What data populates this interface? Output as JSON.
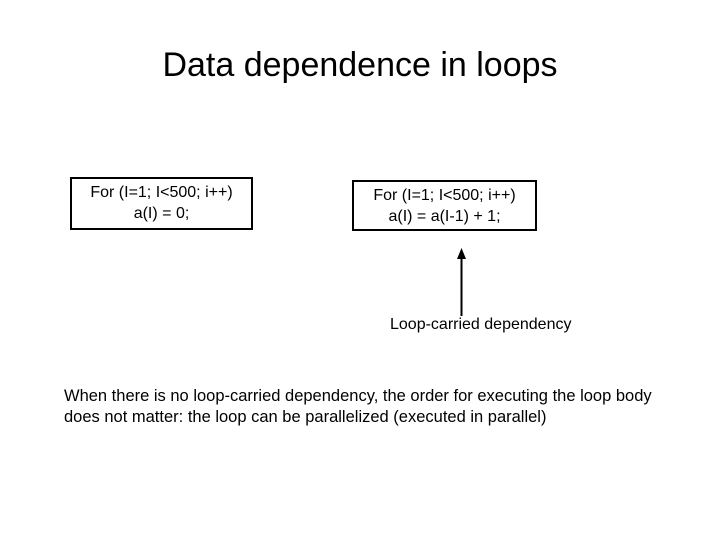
{
  "slide": {
    "title": "Data dependence in loops",
    "background_color": "#ffffff",
    "text_color": "#000000"
  },
  "code_boxes": [
    {
      "name": "no-dependency-loop",
      "lines": [
        "For (I=1; I<500; i++)",
        "a(I) = 0;"
      ]
    },
    {
      "name": "loop-carried-dependency-loop",
      "lines": [
        "For (I=1; I<500; i++)",
        "a(I) = a(I-1) + 1;"
      ]
    }
  ],
  "annotation": {
    "arrow_icon": "up-arrow-icon",
    "label": "Loop-carried dependency"
  },
  "body": {
    "paragraph": "When there is no loop-carried dependency, the order for executing the loop body does not matter: the loop can be parallelized (executed in parallel)"
  }
}
